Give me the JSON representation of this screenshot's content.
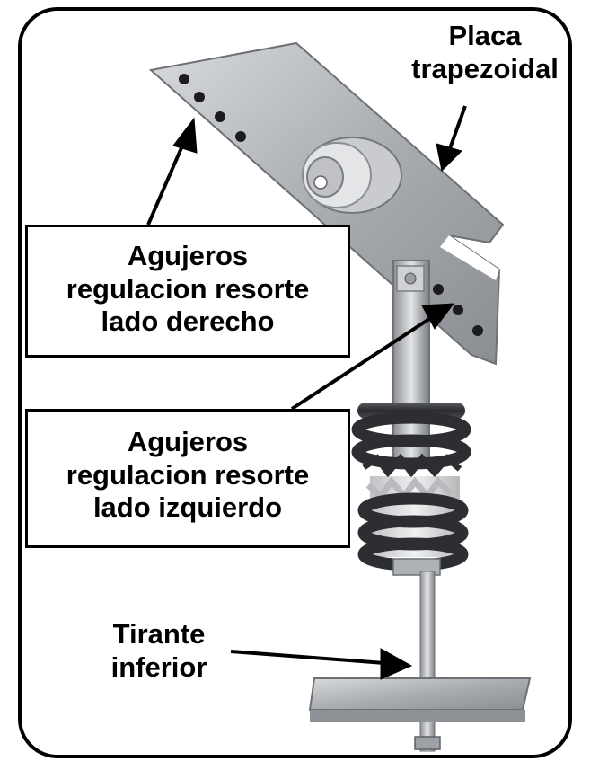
{
  "labels": {
    "placa": [
      "Placa",
      "trapezoidal"
    ],
    "agujeros_derecho": [
      "Agujeros",
      "regulacion  resorte",
      "lado derecho"
    ],
    "agujeros_izquierdo": [
      "Agujeros",
      "regulacion  resorte",
      "lado izquierdo"
    ],
    "tirante": [
      "Tirante",
      "inferior"
    ]
  },
  "colors": {
    "outline": "#000000",
    "background": "#ffffff",
    "metal": "#b9bcc0",
    "spring": "#3c3d40"
  }
}
